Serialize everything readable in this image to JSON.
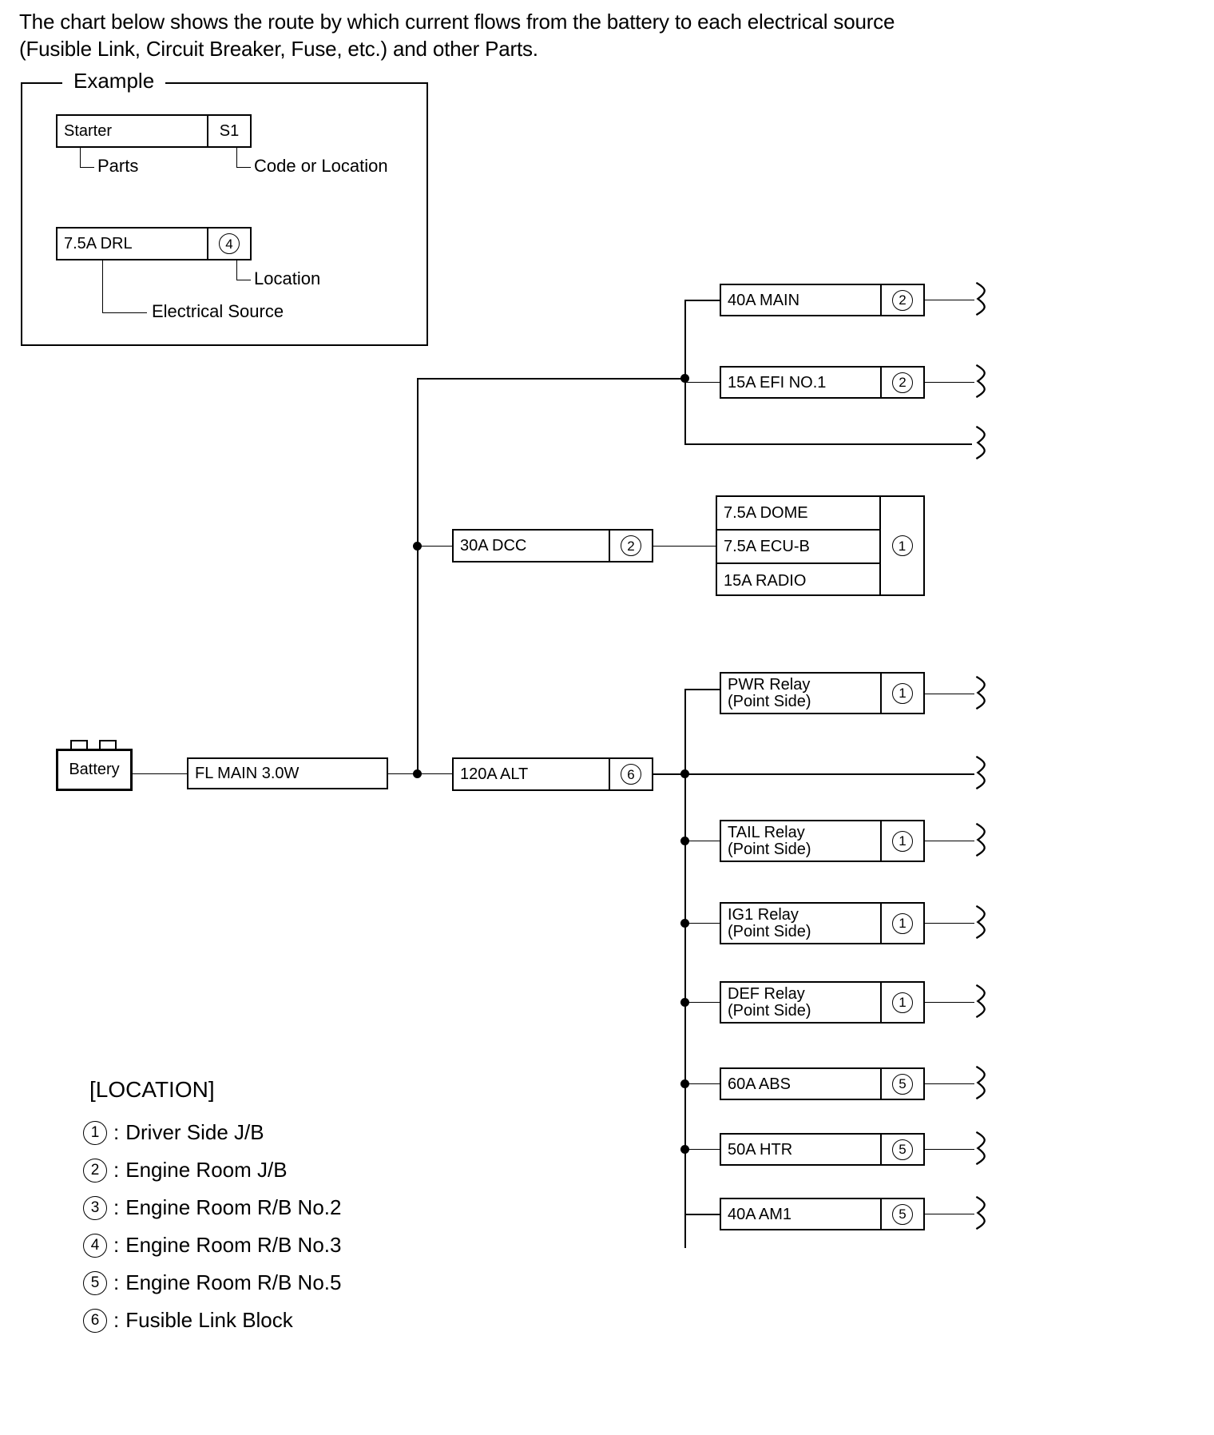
{
  "intro": {
    "line1": "The chart below shows the route by which current flows from the battery to each electrical source",
    "line2": "(Fusible Link, Circuit Breaker, Fuse, etc.) and other Parts."
  },
  "example": {
    "legend": "Example",
    "box1": {
      "part": "Starter",
      "code": "S1"
    },
    "box1_leaders": {
      "parts": "Parts",
      "code": "Code or Location"
    },
    "box2": {
      "part": "7.5A DRL",
      "code": "4"
    },
    "box2_leaders": {
      "location": "Location",
      "source": "Electrical Source"
    }
  },
  "diagram": {
    "battery": {
      "label": "Battery"
    },
    "fl_main": {
      "label": "FL MAIN 3.0W"
    },
    "alt": {
      "label": "120A ALT",
      "code": "6"
    },
    "dcc": {
      "label": "30A DCC",
      "code": "2"
    },
    "top_branch": [
      {
        "label": "40A MAIN",
        "code": "2"
      },
      {
        "label": "15A EFI NO.1",
        "code": "2"
      }
    ],
    "dcc_group": {
      "code": "1",
      "fuses": [
        {
          "label": "7.5A DOME"
        },
        {
          "label": "7.5A ECU-B"
        },
        {
          "label": "15A RADIO"
        }
      ]
    },
    "alt_branch": [
      {
        "label1": "PWR Relay",
        "label2": "(Point Side)",
        "code": "1"
      },
      {
        "label1": "TAIL Relay",
        "label2": "(Point Side)",
        "code": "1"
      },
      {
        "label1": "IG1 Relay",
        "label2": "(Point Side)",
        "code": "1"
      },
      {
        "label1": "DEF Relay",
        "label2": "(Point Side)",
        "code": "1"
      },
      {
        "label1": "60A ABS",
        "label2": "",
        "code": "5"
      },
      {
        "label1": "50A HTR",
        "label2": "",
        "code": "5"
      },
      {
        "label1": "40A AM1",
        "label2": "",
        "code": "5"
      }
    ]
  },
  "location_legend": {
    "title": "[LOCATION]",
    "items": [
      {
        "num": "1",
        "text": "Driver Side J/B"
      },
      {
        "num": "2",
        "text": "Engine Room J/B"
      },
      {
        "num": "3",
        "text": "Engine Room R/B No.2"
      },
      {
        "num": "4",
        "text": "Engine Room R/B No.3"
      },
      {
        "num": "5",
        "text": "Engine Room R/B No.5"
      },
      {
        "num": "6",
        "text": "Fusible Link Block"
      }
    ],
    "separator": ":"
  },
  "colors": {
    "ink": "#000000",
    "paper": "#ffffff"
  }
}
